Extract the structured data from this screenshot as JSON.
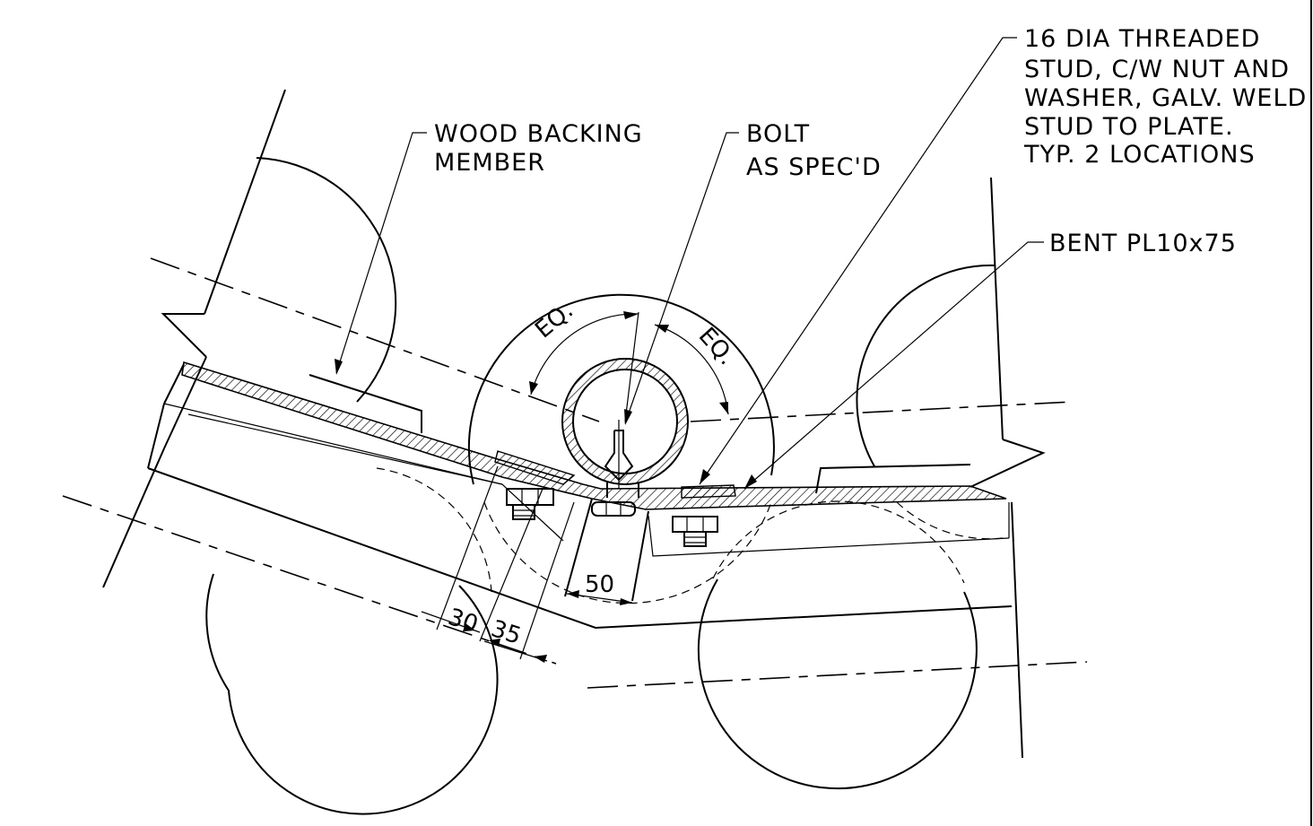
{
  "notes": {
    "wood_backing": [
      "WOOD BACKING",
      "MEMBER"
    ],
    "bolt": [
      "BOLT",
      "AS SPEC'D"
    ],
    "stud": [
      "16 DIA THREADED",
      "STUD, C/W NUT AND",
      "WASHER, GALV. WELD",
      "STUD TO PLATE.",
      "TYP. 2 LOCATIONS"
    ],
    "plate": [
      "BENT PL10x75"
    ]
  },
  "dimensions": {
    "eq_left": "EQ.",
    "eq_right": "EQ.",
    "d50": "50",
    "d30": "30",
    "d35": "35"
  }
}
